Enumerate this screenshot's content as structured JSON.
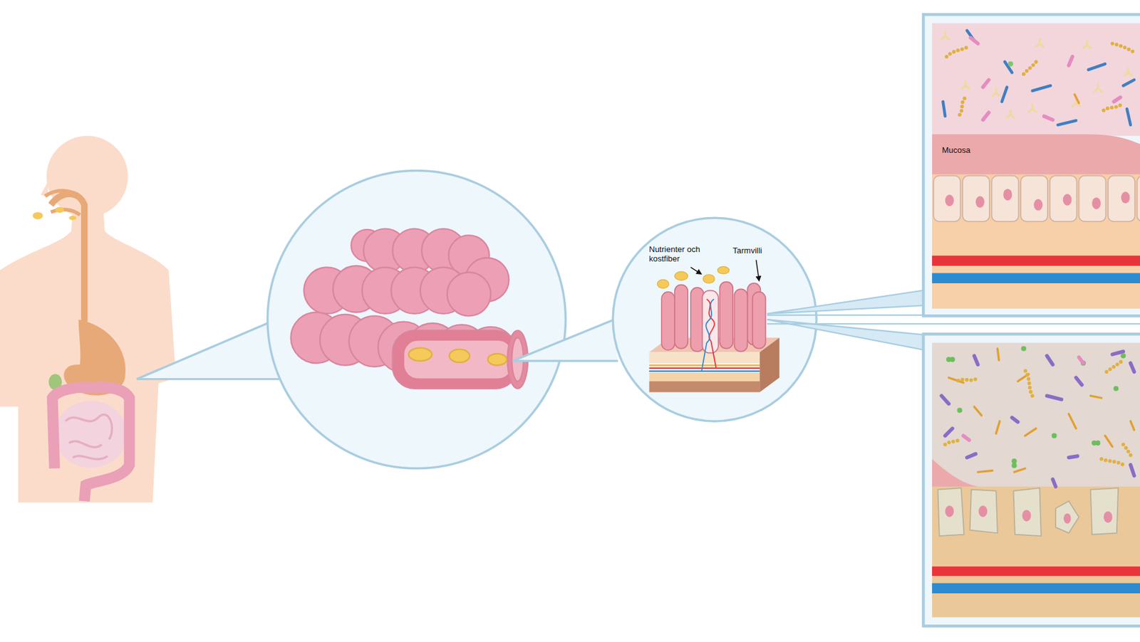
{
  "diagram": {
    "nodes": [
      {
        "text": [
          "Mucosa"
        ]
      }
    ],
    "labels": [
      "Nutrienter och kostfiber",
      "Tarmvilli"
    ]
  }
}
